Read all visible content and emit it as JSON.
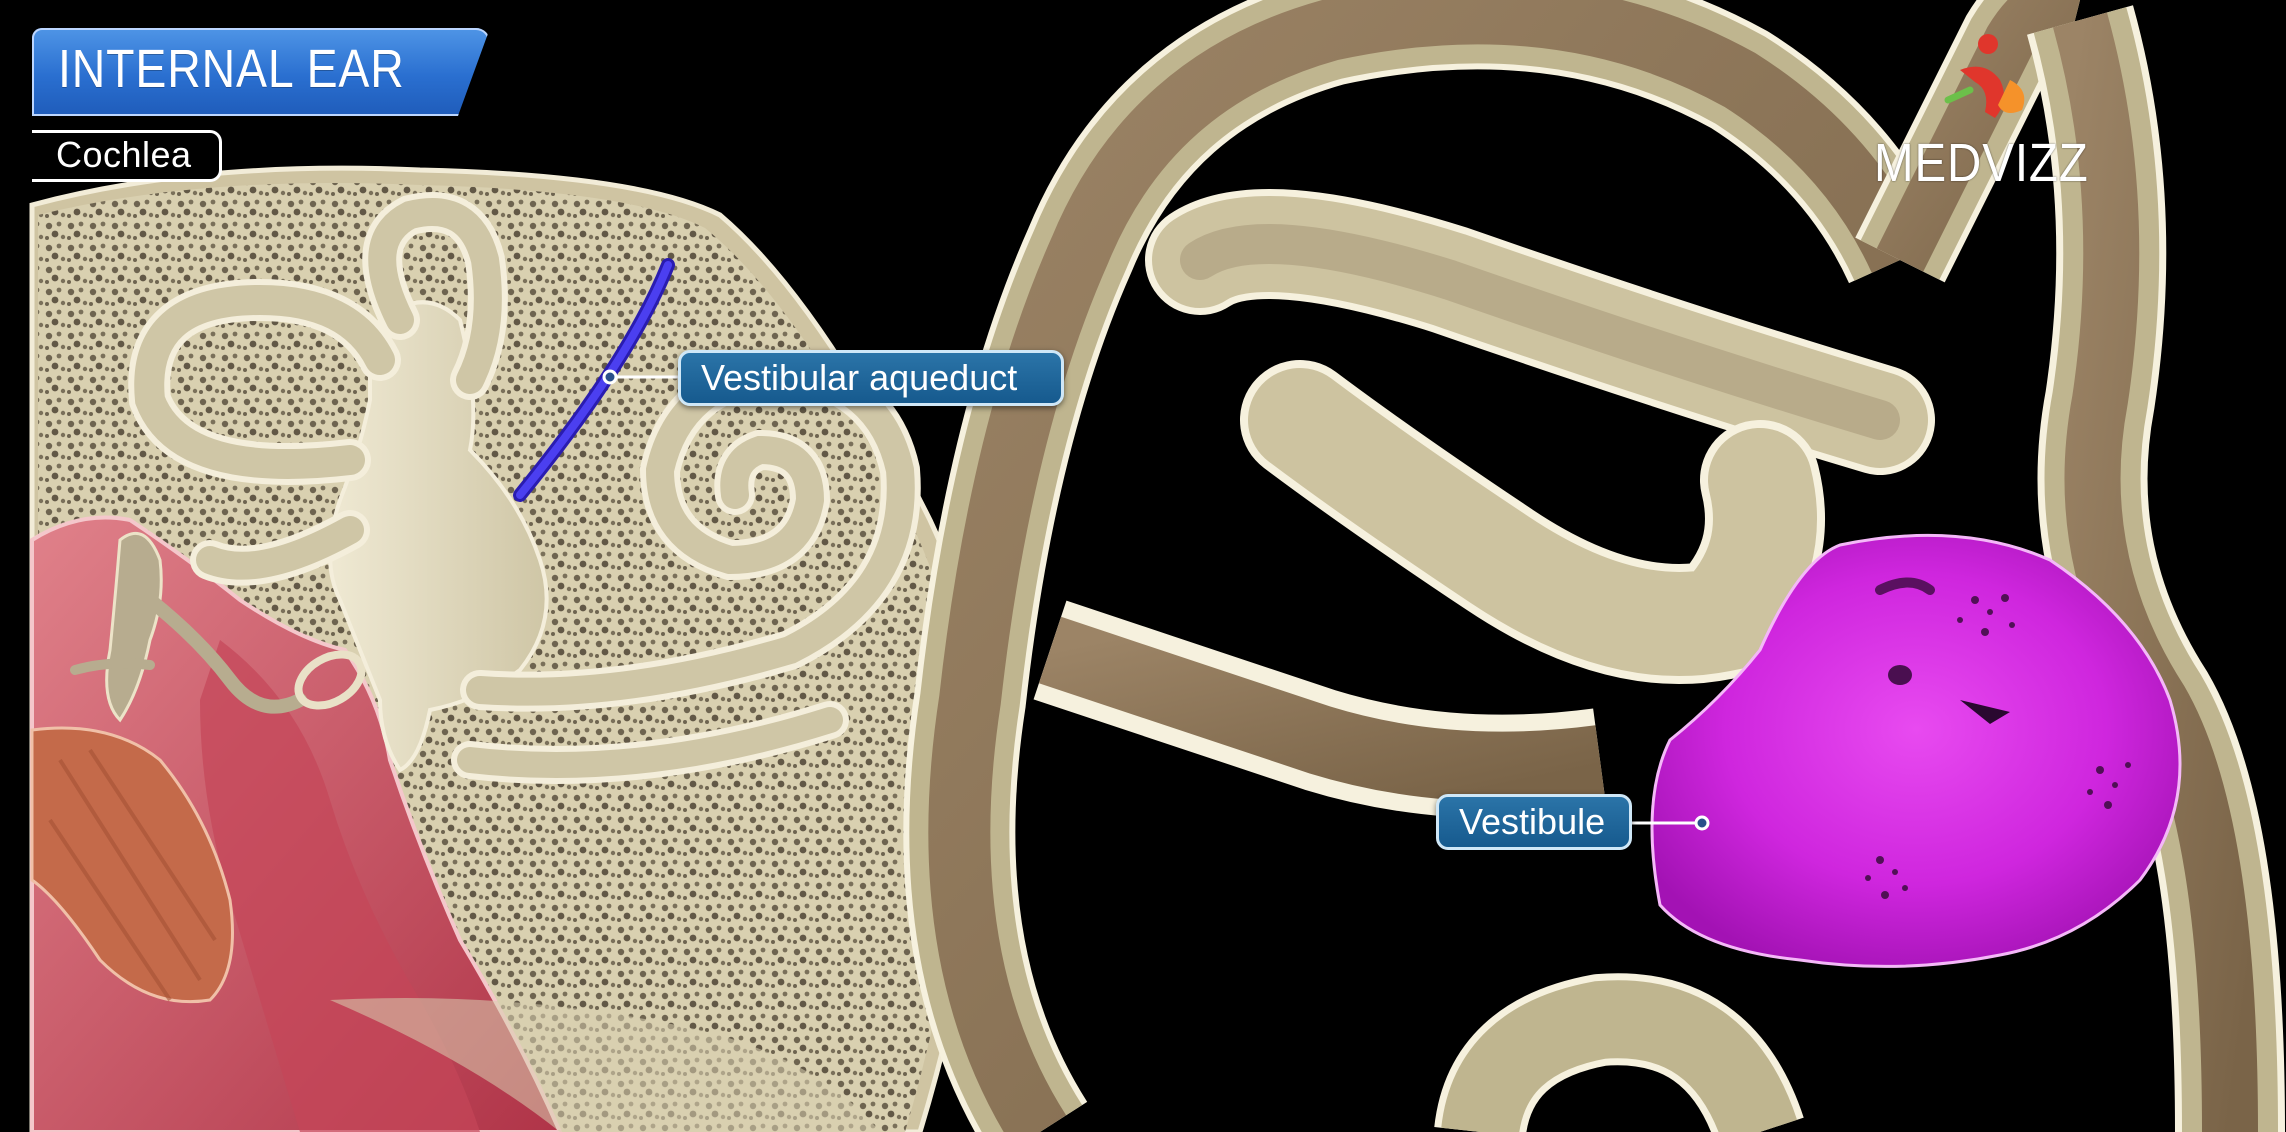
{
  "overlay": {
    "title": "INTERNAL EAR",
    "subtitle": "Cochlea"
  },
  "labels": {
    "vestibular_aqueduct": "Vestibular aqueduct",
    "vestibule": "Vestibule"
  },
  "logo": {
    "text": "MEDVIZZ",
    "icon": "medvizz-figure-icon"
  },
  "colors": {
    "title_blue": "#2a6fd0",
    "label_blue": "#165a8e",
    "highlight_magenta": "#d12de0",
    "aqueduct_blue": "#3a2fd8",
    "bone": "#d9d1b4",
    "membrane_brown": "#8b7559",
    "tympanic_red": "#c94b5a"
  }
}
